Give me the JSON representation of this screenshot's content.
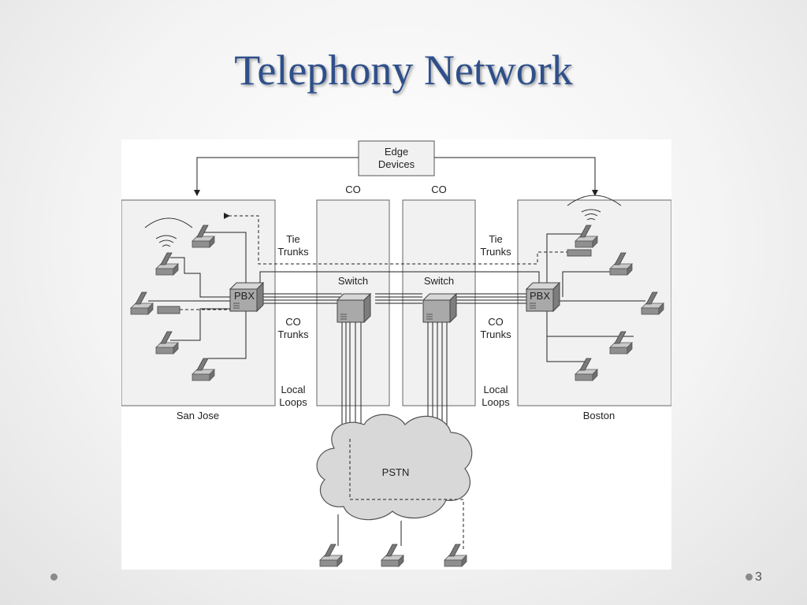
{
  "slide": {
    "title": "Telephony Network",
    "page_number": "3"
  },
  "diagram": {
    "edge_devices": [
      "Edge",
      "Devices"
    ],
    "co_left": "CO",
    "co_right": "CO",
    "tie_trunks": [
      "Tie",
      "Trunks"
    ],
    "co_trunks": [
      "CO",
      "Trunks"
    ],
    "local_loops": [
      "Local",
      "Loops"
    ],
    "switch": "Switch",
    "pbx": "PBX",
    "pstn": "PSTN",
    "site_left": "San Jose",
    "site_right": "Boston"
  }
}
